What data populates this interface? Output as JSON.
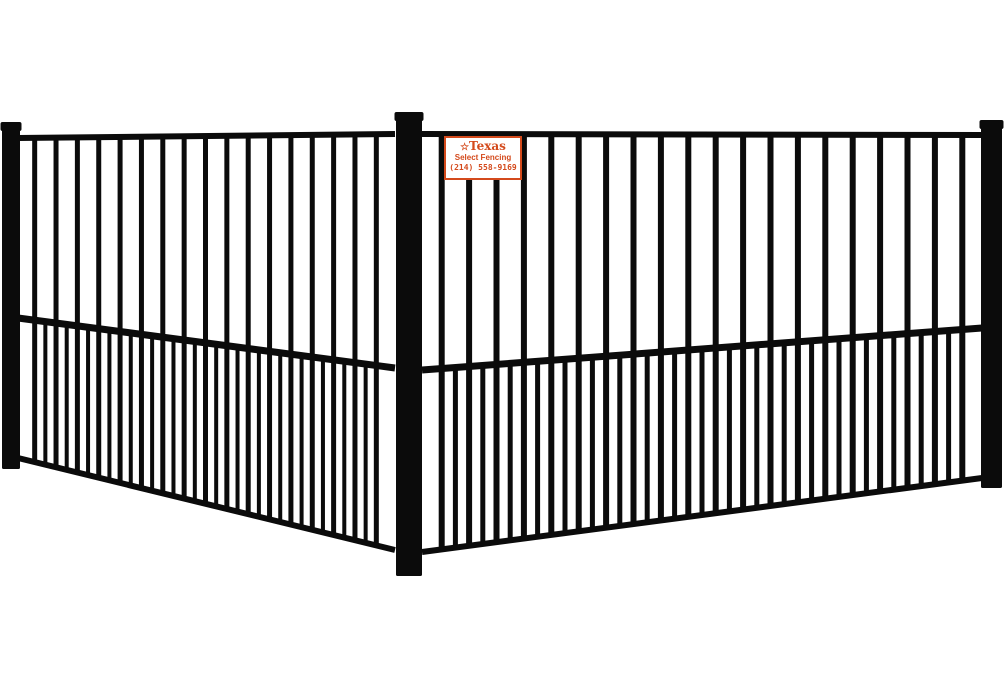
{
  "sign": {
    "brand": "Texas",
    "name": "Select Fencing",
    "phone": "(214) 558-9169",
    "star": "star-icon"
  },
  "colors": {
    "background": "#ffffff",
    "metal": "#0b0b0b",
    "sign_accent": "#d44a1c"
  }
}
